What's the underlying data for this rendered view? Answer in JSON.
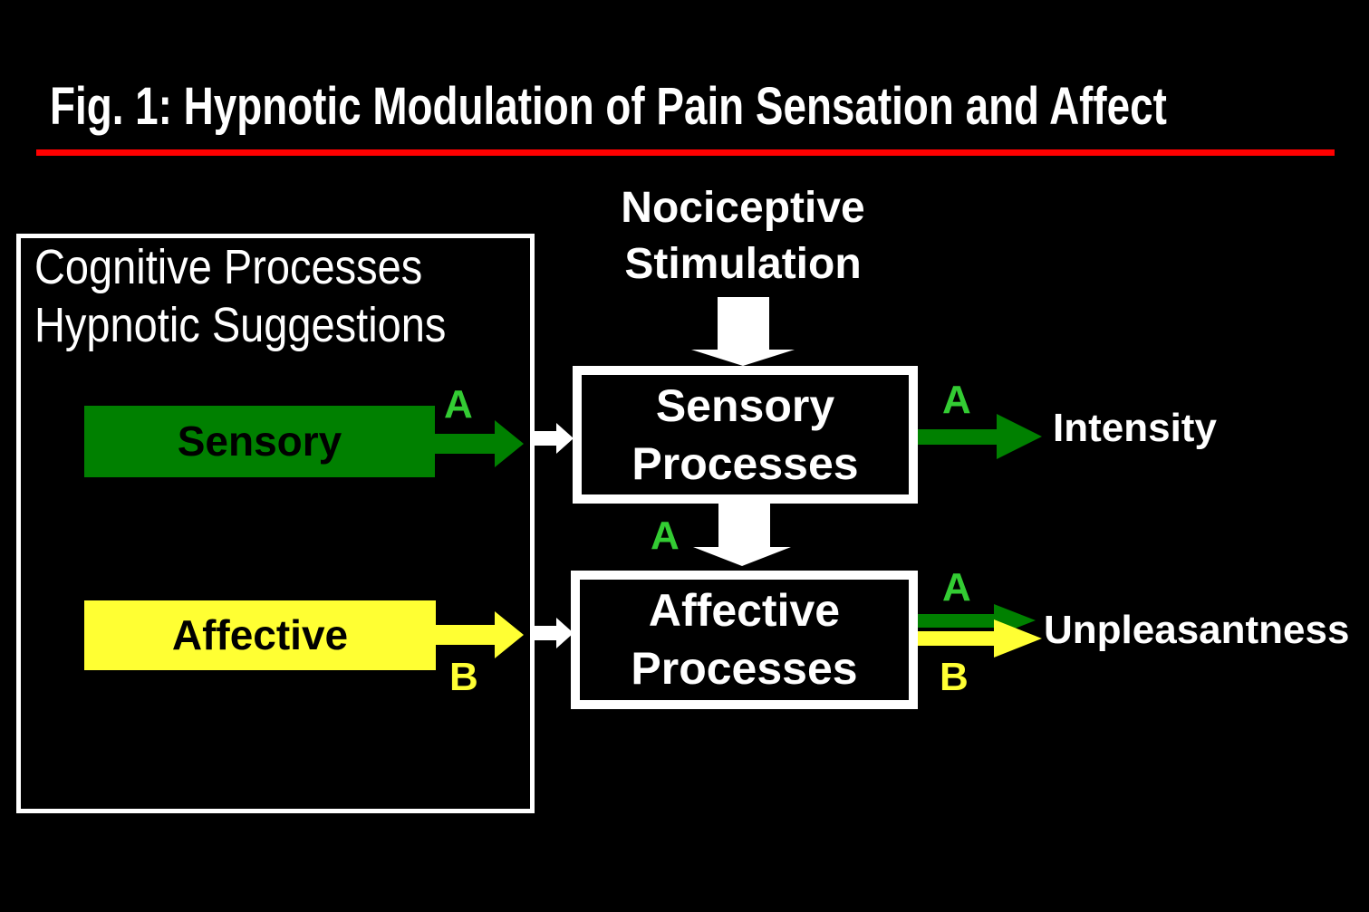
{
  "title": "Fig. 1: Hypnotic Modulation of Pain Sensation and Affect",
  "colors": {
    "background": "#000000",
    "text": "#ffffff",
    "divider_red": "#ff0000",
    "dark_green": "#008000",
    "bright_green": "#33cc33",
    "yellow": "#ffff33"
  },
  "left_panel": {
    "heading_line1": "Cognitive Processes",
    "heading_line2": "Hypnotic Suggestions",
    "sensory_bar_label": "Sensory",
    "sensory_arrow_label": "A",
    "affective_bar_label": "Affective",
    "affective_arrow_label": "B"
  },
  "nociceptive": {
    "line1": "Nociceptive",
    "line2": "Stimulation"
  },
  "sensory_box": {
    "line1": "Sensory",
    "line2": "Processes"
  },
  "affective_box": {
    "line1": "Affective",
    "line2": "Processes"
  },
  "interbox_arrow_label": "A",
  "sensory_output": {
    "arrow_label": "A",
    "text": "Intensity"
  },
  "affective_output": {
    "arrow_label_a": "A",
    "arrow_label_b": "B",
    "text": "Unpleasantness"
  }
}
